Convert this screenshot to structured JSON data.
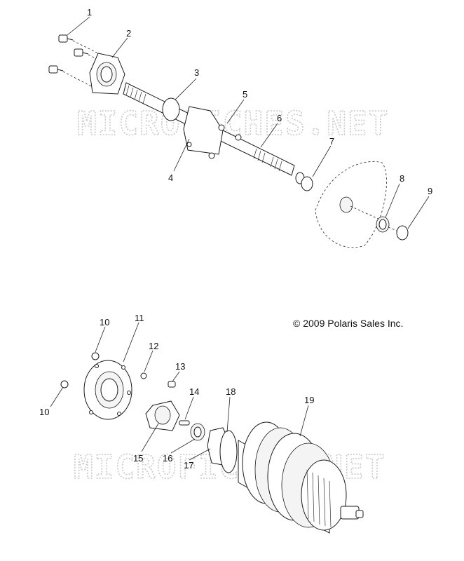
{
  "copyright": "© 2009 Polaris Sales Inc.",
  "watermarks": [
    "MICROFICHES.NET",
    "MICROFICHES.NET"
  ],
  "callouts": {
    "c1": "1",
    "c2": "2",
    "c3": "3",
    "c4": "4",
    "c5": "5",
    "c6": "6",
    "c7": "7",
    "c8": "8",
    "c9": "9",
    "c10a": "10",
    "c10b": "10",
    "c11": "11",
    "c12": "12",
    "c13": "13",
    "c14": "14",
    "c15": "15",
    "c16": "16",
    "c17": "17",
    "c18": "18",
    "c19": "19"
  }
}
